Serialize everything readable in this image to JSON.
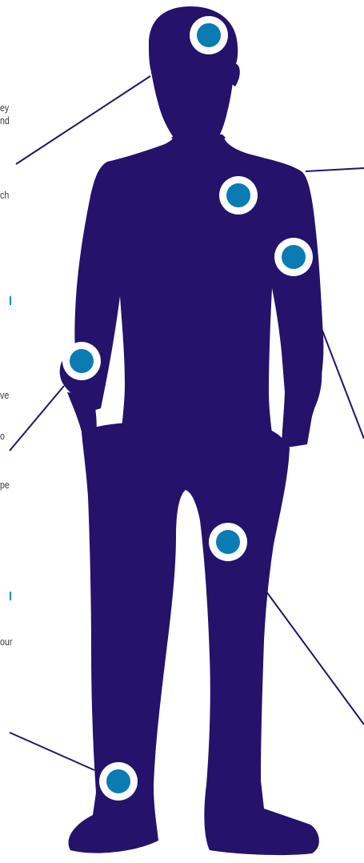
{
  "colors": {
    "silhouette": "#24126b",
    "marker_ring": "#ffffff",
    "marker_dot": "#0a7bb3",
    "leader_line": "#24126b",
    "accent_tick": "#0a8fc0",
    "text": "#3a3a3a"
  },
  "text_fragments": {
    "frag_1": "ey",
    "frag_2": "nd",
    "frag_3": "ch",
    "frag_4": "ve",
    "frag_5": "o",
    "frag_6": "pe",
    "frag_7": "our"
  },
  "markers": [
    {
      "name": "head-marker"
    },
    {
      "name": "chest-marker"
    },
    {
      "name": "left-elbow-marker"
    },
    {
      "name": "right-wrist-marker"
    },
    {
      "name": "knee-marker"
    },
    {
      "name": "ankle-marker"
    }
  ]
}
